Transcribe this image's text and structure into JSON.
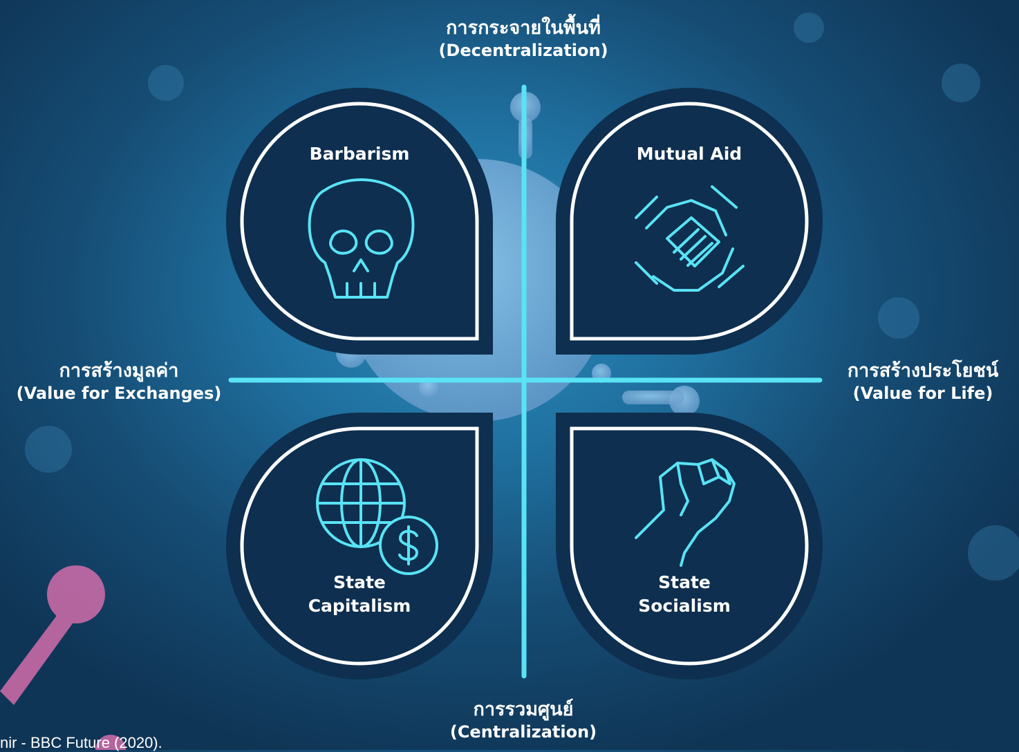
{
  "colors": {
    "axis": "#59e3f5",
    "quadrant_fill": "#0e2f4f",
    "quadrant_stroke": "#ffffff",
    "icon": "#59e3f5",
    "text": "#ffffff"
  },
  "axes": {
    "top": {
      "thai": "การกระจายในพื้นที่",
      "eng": "(Decentralization)"
    },
    "bottom": {
      "thai": "การรวมศูนย์",
      "eng": "(Centralization)"
    },
    "left": {
      "thai": "การสร้างมูลค่า",
      "eng": "(Value for Exchanges)"
    },
    "right": {
      "thai": "การสร้างประโยชน์",
      "eng": "(Value for Life)"
    }
  },
  "quadrants": {
    "top_left": {
      "title": "Barbarism",
      "icon": "skull-icon"
    },
    "top_right": {
      "title": "Mutual Aid",
      "icon": "joined-hands-icon"
    },
    "bottom_left": {
      "title_line1": "State",
      "title_line2": "Capitalism",
      "icon": "globe-dollar-icon"
    },
    "bottom_right": {
      "title_line1": "State",
      "title_line2": "Socialism",
      "icon": "raised-fist-icon"
    }
  },
  "source": "nir - BBC Future (2020)."
}
